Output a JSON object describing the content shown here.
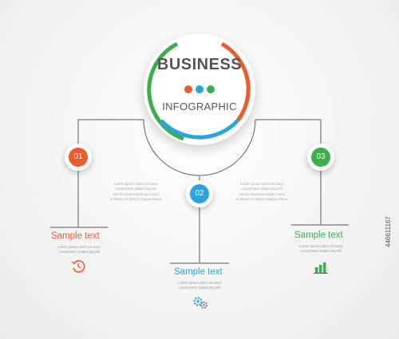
{
  "hub": {
    "title": "BUSINESS",
    "subtitle": "INFOGRAPHIC",
    "dots": [
      "#ef5a2c",
      "#2aa3e4",
      "#3ab04a"
    ],
    "ring_colors": {
      "left": "#3ab04a",
      "right": "#ef5a2c",
      "bottom": "#2aa3e4"
    }
  },
  "steps": [
    {
      "number": "01",
      "title": "Sample text",
      "color": "#ef5a2c",
      "desc": [
        "Lorem ipsum dolor sit amet",
        "consectetur adipiscing elit"
      ],
      "icon": "clock-icon"
    },
    {
      "number": "02",
      "title": "Sample text",
      "color": "#2aa3e4",
      "desc": [
        "Lorem ipsum dolor sit amet",
        "consectetur adipiscing elit"
      ],
      "icon": "gears-icon"
    },
    {
      "number": "03",
      "title": "Sample text",
      "color": "#3ab04a",
      "desc": [
        "Lorem ipsum dolor sit amet",
        "consectetur adipiscing elit"
      ],
      "icon": "bar-chart-icon"
    }
  ],
  "lorem_blocks": [
    [
      "Lorem ipsum dolor sit amet",
      "consectetur adipiscing elit",
      "sed do eiusmod tempor incid",
      "ut labore et dolore magna aliqua"
    ],
    [
      "Lorem ipsum dolor sit amet",
      "consectetur adipiscing elit",
      "sed do eiusmod tempor incid",
      "ut labore et dolore magna aliqua"
    ]
  ],
  "watermark": "446611167"
}
